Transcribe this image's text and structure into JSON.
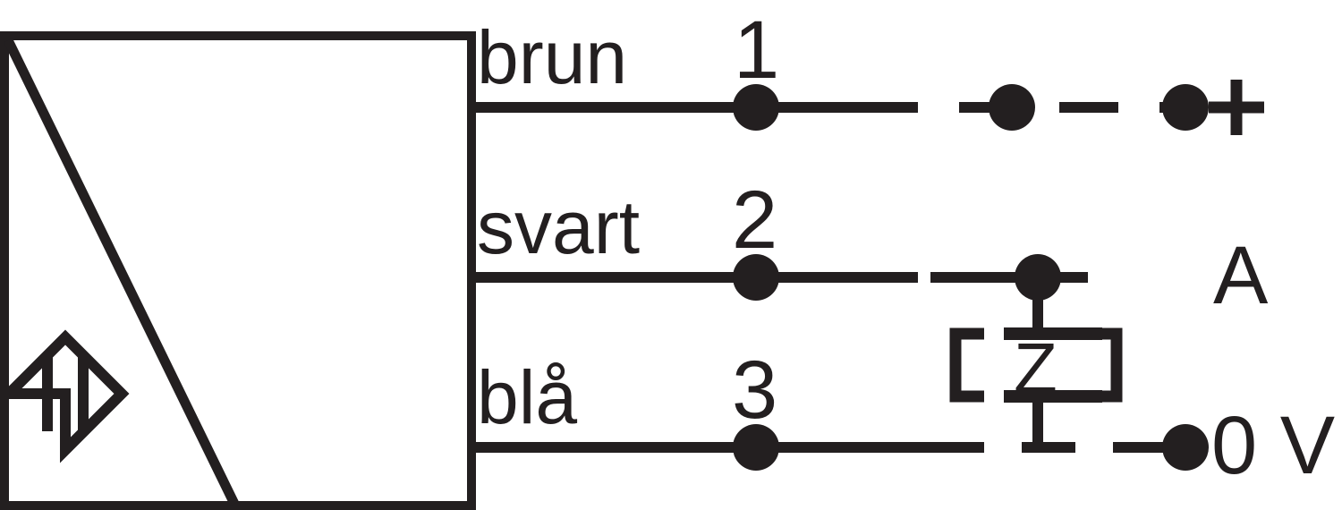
{
  "diagram": {
    "title": "Inductive proximity sensor 3-wire connection diagram",
    "language": "sv",
    "colors": {
      "ink": "#231f20",
      "background": "#ffffff"
    },
    "sensor": {
      "symbol_name": "proximity-sensor-symbol",
      "body_shape": "square-with-diagonal"
    },
    "wires": [
      {
        "label": "brun",
        "terminal": "1",
        "rail": "+",
        "row": "top"
      },
      {
        "label": "svart",
        "terminal": "2",
        "rail": "A",
        "row": "middle"
      },
      {
        "label": "blå",
        "terminal": "3",
        "rail": "0 V",
        "row": "bottom"
      }
    ],
    "load": {
      "symbol": "Z",
      "bracket_open": "[",
      "bracket_close": "]",
      "name": "load-impedance"
    }
  }
}
